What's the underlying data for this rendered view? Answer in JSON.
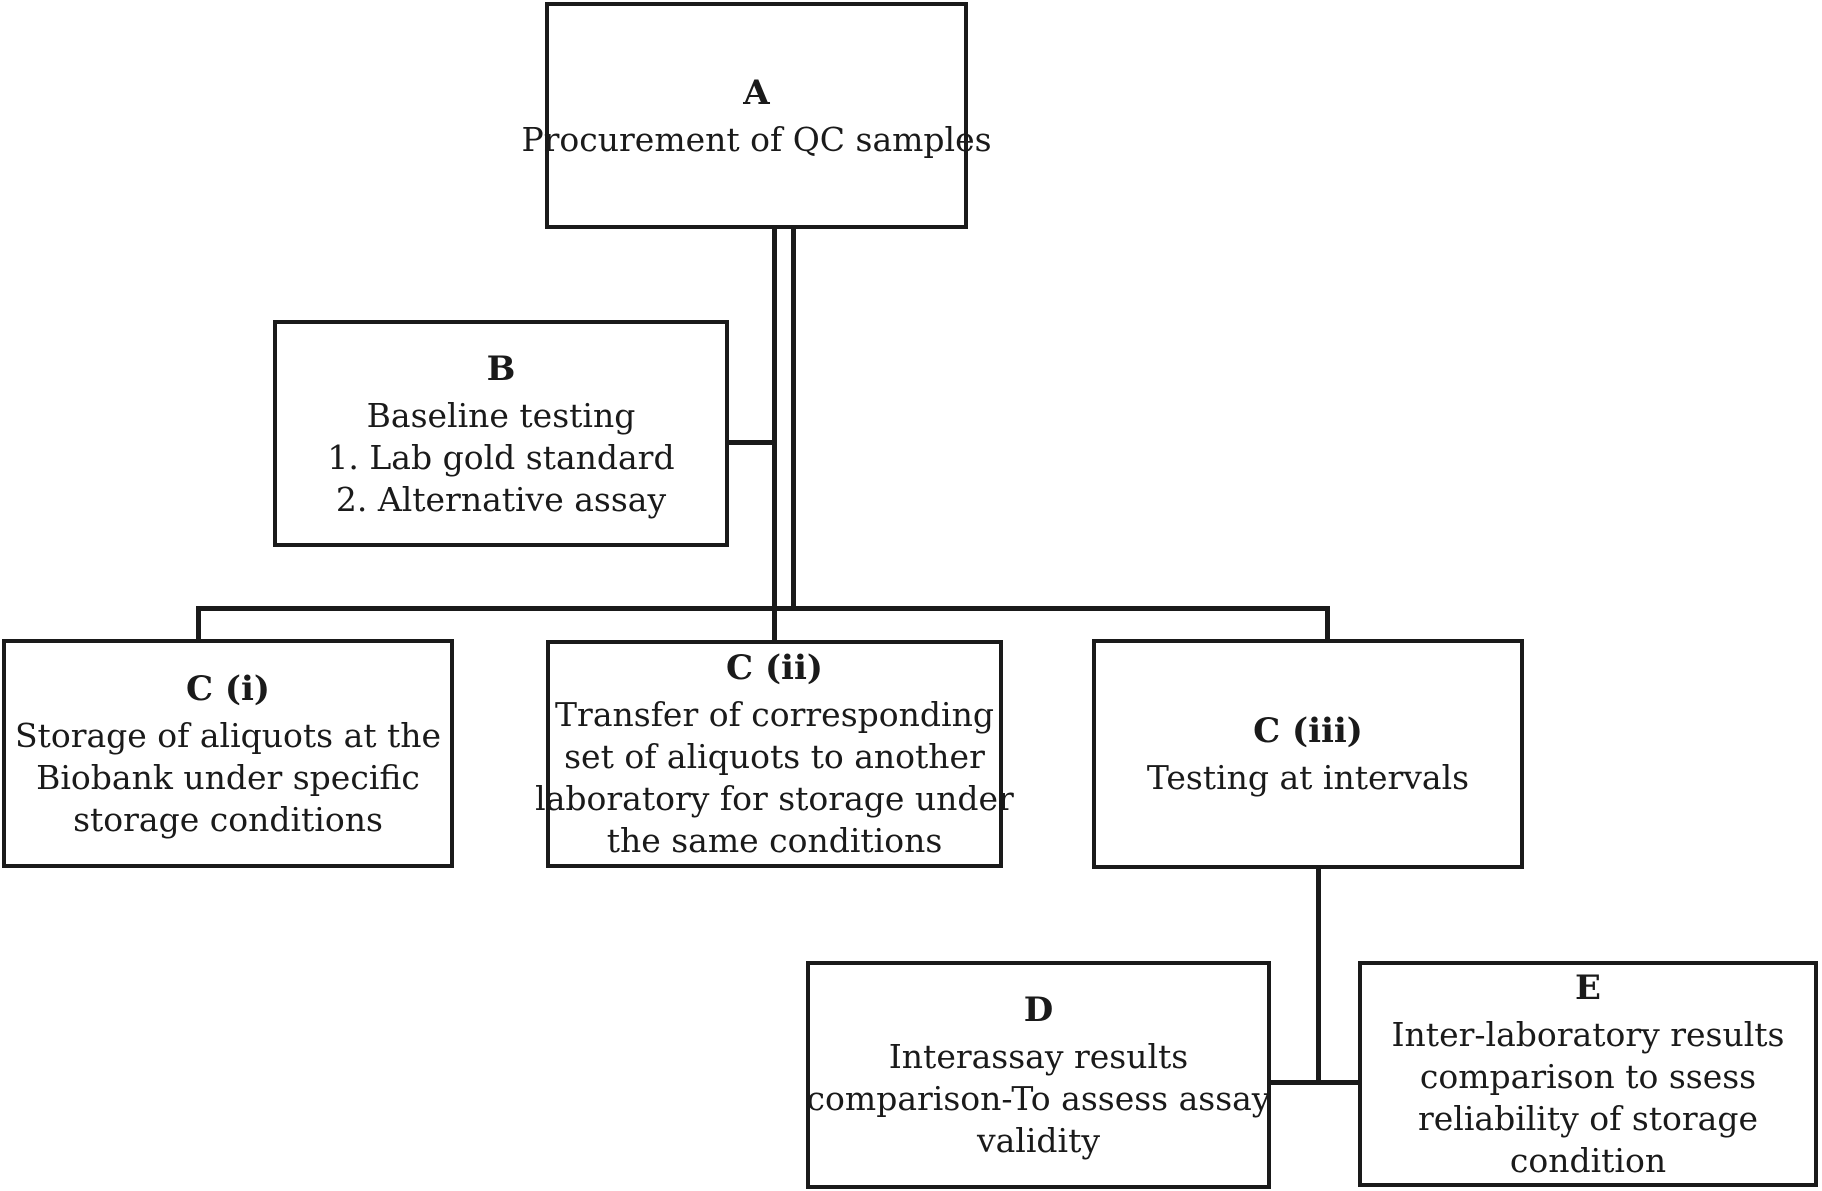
{
  "diagram": {
    "type": "flowchart",
    "colors": {
      "line": "#1a1a1a",
      "text": "#1a1a1a",
      "background": "#ffffff"
    },
    "boxes": [
      {
        "id": "A",
        "label": "A",
        "lines": [
          "Procurement of QC samples"
        ]
      },
      {
        "id": "B",
        "label": "B",
        "lines": [
          "Baseline testing",
          "1. Lab gold standard",
          "2. Alternative assay"
        ]
      },
      {
        "id": "C-i",
        "label": "C (i)",
        "lines": [
          "Storage of aliquots at the",
          "Biobank under specific",
          "storage conditions"
        ]
      },
      {
        "id": "C-ii",
        "label": "C (ii)",
        "lines": [
          "Transfer of corresponding",
          "set of aliquots to another",
          "laboratory for storage under",
          "the same conditions"
        ]
      },
      {
        "id": "C-iii",
        "label": "C (iii)",
        "lines": [
          "Testing at intervals"
        ]
      },
      {
        "id": "D",
        "label": "D",
        "lines": [
          "Interassay results",
          "comparison-To assess assay",
          "validity"
        ]
      },
      {
        "id": "E",
        "label": "E",
        "lines": [
          "Inter-laboratory results",
          "comparison to ssess",
          "reliability of storage",
          "condition"
        ]
      }
    ]
  }
}
